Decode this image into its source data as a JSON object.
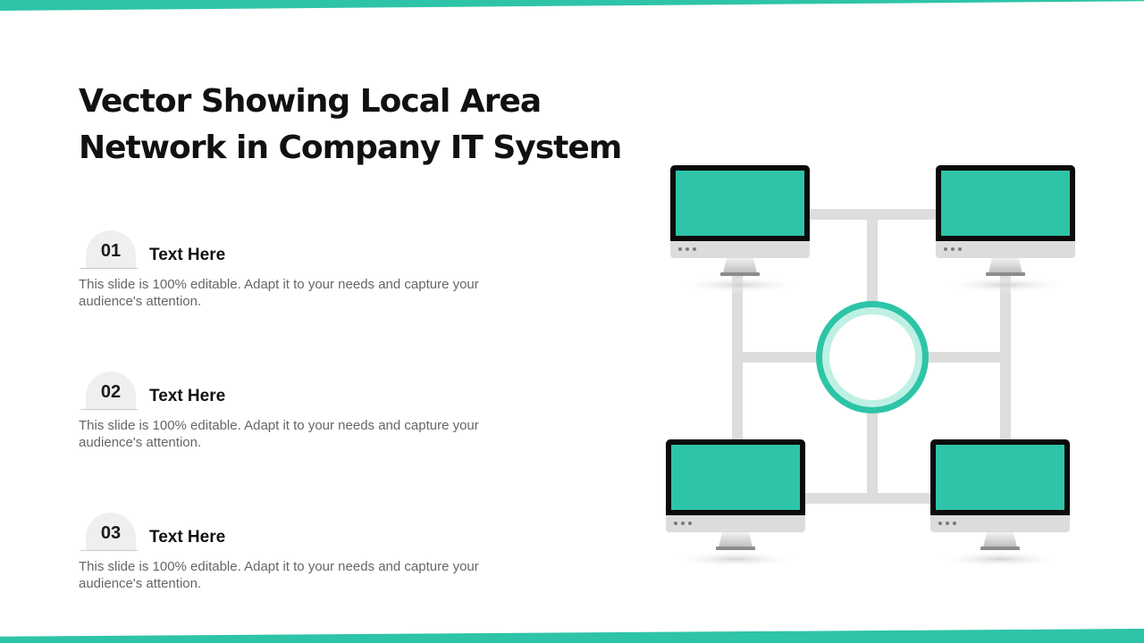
{
  "slide": {
    "title": "Vector Showing Local Area Network in Company IT System",
    "accent_color": "#2ec4a7",
    "items": [
      {
        "number": "01",
        "title": "Text Here",
        "description": "This slide is 100% editable. Adapt it to your needs and capture your audience's attention."
      },
      {
        "number": "02",
        "title": "Text Here",
        "description": "This slide is 100% editable. Adapt it to your needs and capture your audience's attention."
      },
      {
        "number": "03",
        "title": "Text Here",
        "description": "This slide is 100% editable. Adapt it to your needs and capture your audience's attention."
      }
    ]
  },
  "diagram": {
    "nodes": [
      {
        "id": "computer-top-left",
        "icon": "monitor-icon"
      },
      {
        "id": "computer-top-right",
        "icon": "monitor-icon"
      },
      {
        "id": "computer-bottom-left",
        "icon": "monitor-icon"
      },
      {
        "id": "computer-bottom-right",
        "icon": "monitor-icon"
      },
      {
        "id": "network-hub",
        "icon": "ring-icon"
      }
    ],
    "colors": {
      "screen": "#2ec4a7",
      "link": "#dddddd",
      "hub_ring": "#2ec4a7",
      "hub_inner": "#bff0e4"
    }
  }
}
